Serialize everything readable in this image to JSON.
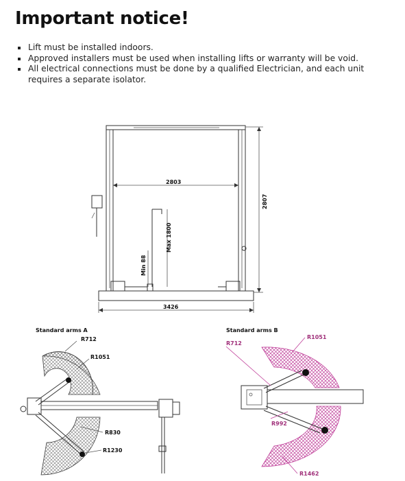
{
  "heading": "Important notice!",
  "notices": [
    "Lift must be installed indoors.",
    "Approved installers must be used when installing lifts or warranty will be void.",
    "All electrical connections must be done by a qualified Electrician, and each unit requires a separate isolator."
  ],
  "diagram": {
    "dim_inner_width": "2803",
    "dim_height": "2807",
    "dim_max_height": "Max 1800",
    "dim_min_height": "Min 88",
    "dim_base_width": "3426",
    "arms_a_title": "Standard arms A",
    "arms_b_title": "Standard arms B",
    "arms_a_r712": "R712",
    "arms_a_r1051": "R1051",
    "arms_a_r830": "R830",
    "arms_a_r1230": "R1230",
    "arms_b_r712": "R712",
    "arms_b_r1051": "R1051",
    "arms_b_r992": "R992",
    "arms_b_r1462": "R1462"
  },
  "colors": {
    "accent_pink": "#c0409a"
  }
}
